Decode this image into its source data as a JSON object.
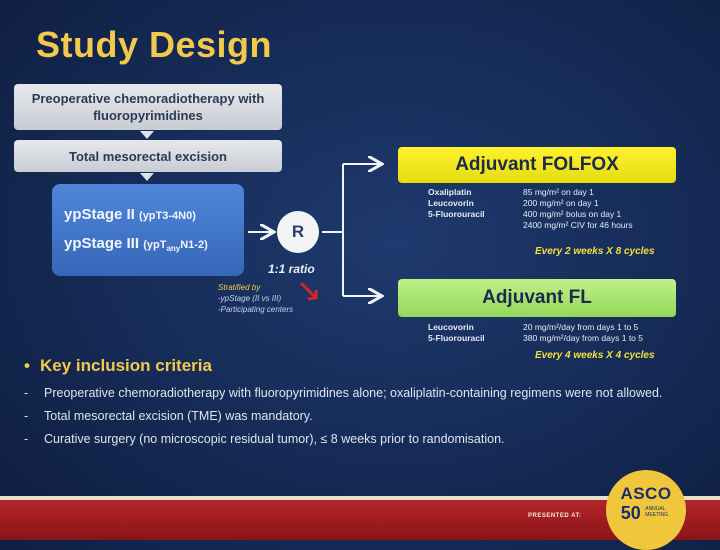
{
  "slide": {
    "title": "Study Design",
    "flow": {
      "box1": "Preoperative chemoradiotherapy with fluoropyrimidines",
      "box2": "Total mesorectal excision",
      "stage2_main": "ypStage II",
      "stage2_sub": "(ypT3-4N0)",
      "stage3_main": "ypStage III",
      "stage3_sub_pre": "(ypT",
      "stage3_sub_subscript": "any",
      "stage3_sub_post": "N1-2)",
      "randomize": "R",
      "ratio": "1:1 ratio",
      "stratified_head": "Stratified by",
      "stratified_items": [
        "-ypStage (II vs III)",
        "-Participating centers"
      ]
    },
    "folfox": {
      "label": "Adjuvant FOLFOX",
      "drugs": [
        {
          "name": "Oxaliplatin",
          "dose": "85 mg/m² on day 1"
        },
        {
          "name": "Leucovorin",
          "dose": "200 mg/m² on day 1"
        },
        {
          "name": "5-Fluorouracil",
          "dose": "400 mg/m² bolus on day 1"
        },
        {
          "name": "",
          "dose": "2400 mg/m² CIV for 46 hours"
        }
      ],
      "cycles": "Every 2 weeks X 8 cycles"
    },
    "fl": {
      "label": "Adjuvant FL",
      "drugs": [
        {
          "name": "Leucovorin",
          "dose": "20 mg/m²/day from days 1 to 5"
        },
        {
          "name": "5-Fluorouracil",
          "dose": "380 mg/m²/day from days 1 to 5"
        }
      ],
      "cycles": "Every 4 weeks X 4 cycles"
    },
    "key_criteria": {
      "bullet": "•",
      "heading": "Key inclusion criteria",
      "items": [
        "Preoperative chemoradiotherapy with fluoropyrimidines alone; oxaliplatin-containing regimens were not allowed.",
        "Total mesorectal excision (TME) was mandatory.",
        "Curative surgery (no microscopic residual tumor), ≤ 8 weeks prior to randomisation."
      ]
    },
    "footer": {
      "presented_at": "PRESENTED AT:",
      "logo_word": "ASCO",
      "logo_number": "50",
      "logo_small": "ANNUAL MEETING"
    },
    "colors": {
      "background": "#152a55",
      "title": "#f2c94c",
      "folfox_box": "#fff22e",
      "fl_box": "#93d85a",
      "stage_box": "#3f74c6",
      "footer": "#a11d22"
    }
  }
}
